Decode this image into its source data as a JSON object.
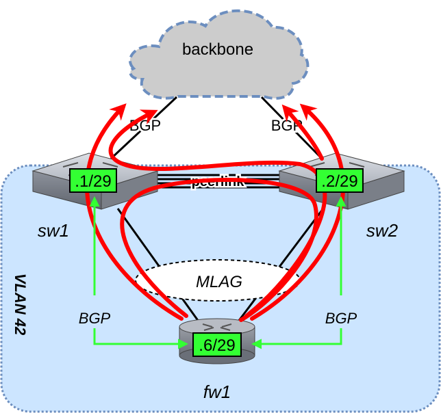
{
  "cloud": {
    "label": "backbone"
  },
  "links": {
    "bgp_sw1_backbone": "BGP",
    "bgp_sw2_backbone": "BGP",
    "peerlink": "peerlink",
    "mlag": "MLAG",
    "bgp_fw1_sw1": "BGP",
    "bgp_fw1_sw2": "BGP"
  },
  "vlan": {
    "label": "VLAN 42"
  },
  "devices": {
    "sw1": {
      "name": "sw1",
      "address": ".1/29"
    },
    "sw2": {
      "name": "sw2",
      "address": ".2/29"
    },
    "fw1": {
      "name": "fw1",
      "address": ".6/29"
    }
  },
  "colors": {
    "vlan_fill": "#cce5ff",
    "vlan_border": "#6c8ebf",
    "cloud_fill": "#cccccc",
    "cloud_border": "#6c8ebf",
    "address_badge": "#33ff33",
    "traffic_path": "#ff0000",
    "bgp_session": "#33ff33"
  }
}
